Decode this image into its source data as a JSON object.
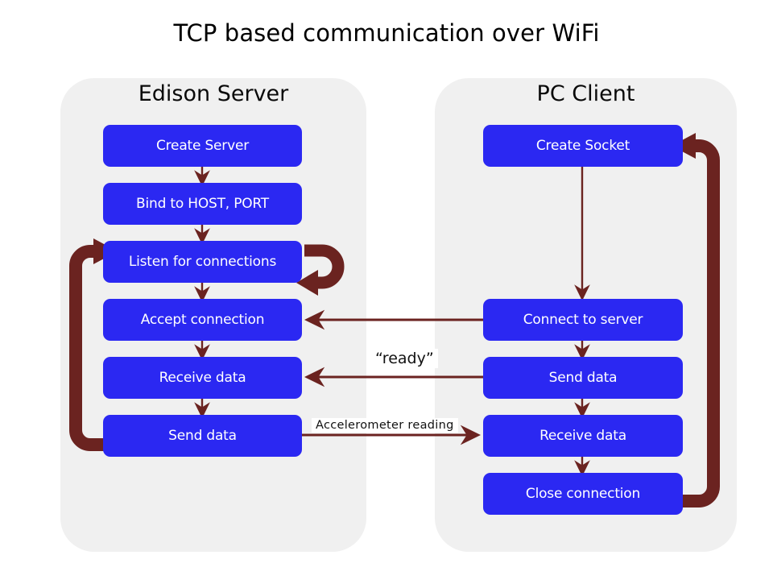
{
  "page": {
    "title": "TCP based communication over WiFi",
    "background": "#FFFFFF"
  },
  "colors": {
    "panel_bg": "#F0F0F0",
    "node_fill": "#2B28F2",
    "node_text": "#FFFFFF",
    "arrow": "#6B2320",
    "title_text": "#000000"
  },
  "panels": [
    {
      "id": "server",
      "title": "Edison Server",
      "nodes": [
        {
          "id": "create-server",
          "label": "Create Server"
        },
        {
          "id": "bind-host-port",
          "label": "Bind to HOST, PORT"
        },
        {
          "id": "listen-connections",
          "label": "Listen for connections"
        },
        {
          "id": "accept-connection",
          "label": "Accept connection"
        },
        {
          "id": "receive-data",
          "label": "Receive data"
        },
        {
          "id": "send-data",
          "label": "Send data"
        }
      ]
    },
    {
      "id": "client",
      "title": "PC Client",
      "nodes": [
        {
          "id": "create-socket",
          "label": "Create Socket"
        },
        {
          "id": "connect-to-server",
          "label": "Connect to server"
        },
        {
          "id": "send-data",
          "label": "Send data"
        },
        {
          "id": "receive-data",
          "label": "Receive data"
        },
        {
          "id": "close-connection",
          "label": "Close connection"
        }
      ]
    }
  ],
  "edge_labels": {
    "ready": "“ready”",
    "accelerometer": "Accelerometer  reading"
  },
  "edges": [
    {
      "id": "server-create-to-bind",
      "from": "create-server",
      "to": "bind-host-port",
      "style": "thin-down"
    },
    {
      "id": "server-bind-to-listen",
      "from": "bind-host-port",
      "to": "listen-connections",
      "style": "thin-down"
    },
    {
      "id": "server-listen-to-accept",
      "from": "listen-connections",
      "to": "accept-connection",
      "style": "thin-down"
    },
    {
      "id": "server-accept-to-receive",
      "from": "accept-connection",
      "to": "receive-data",
      "style": "thin-down"
    },
    {
      "id": "server-receive-to-send",
      "from": "receive-data",
      "to": "send-data",
      "style": "thin-down"
    },
    {
      "id": "server-listen-self-loop",
      "from": "listen-connections",
      "to": "listen-connections",
      "style": "thick-self-loop"
    },
    {
      "id": "server-send-back-to-listen",
      "from": "send-data",
      "to": "listen-connections",
      "style": "thick-loop-left"
    },
    {
      "id": "client-create-to-connect",
      "from": "create-socket",
      "to": "connect-to-server",
      "style": "thin-down"
    },
    {
      "id": "client-connect-to-send",
      "from": "connect-to-server",
      "to": "send-data",
      "style": "thin-down"
    },
    {
      "id": "client-send-to-receive",
      "from": "send-data",
      "to": "receive-data",
      "style": "thin-down"
    },
    {
      "id": "client-receive-to-close",
      "from": "receive-data",
      "to": "close-connection",
      "style": "thin-down"
    },
    {
      "id": "client-close-back-to-create",
      "from": "close-connection",
      "to": "create-socket",
      "style": "thick-loop-right"
    },
    {
      "id": "connect-to-accept",
      "from": "connect-to-server",
      "to": "accept-connection",
      "style": "thin-left"
    },
    {
      "id": "client-send-to-server-receive",
      "from": "send-data",
      "to": "receive-data",
      "style": "thin-left",
      "label": "“ready”"
    },
    {
      "id": "server-send-to-client-receive",
      "from": "send-data",
      "to": "receive-data",
      "style": "thin-right",
      "label": "Accelerometer  reading"
    }
  ]
}
